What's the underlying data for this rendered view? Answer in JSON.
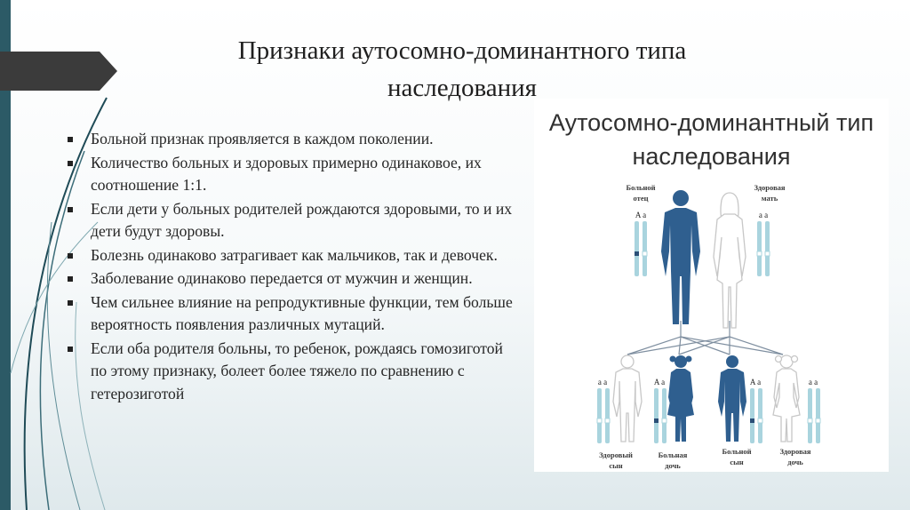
{
  "slide": {
    "title_line1": "Признаки аутосомно-доминантного типа",
    "title_line2": "наследования",
    "bullets": [
      "Больной признак проявляется в каждом поколении.",
      " Количество больных и здоровых примерно одинаковое, их соотношение 1:1.",
      " Если дети у больных родителей рождаются здоровыми, то и их дети будут здоровы.",
      "Болезнь одинаково затрагивает как мальчиков, так и девочек.",
      " Заболевание одинаково передается от мужчин и женщин.",
      " Чем сильнее влияние на репродуктивные функции, тем больше вероятность появления различных мутаций.",
      " Если оба родителя больны, то ребенок, рождаясь гомозиготой по этому признаку, болеет более тяжело по сравнению с гетерозиготой"
    ]
  },
  "figure": {
    "title_line1": "Аутосомно-доминантный тип",
    "title_line2": "наследования",
    "father": {
      "label1": "Больной",
      "label2": "отец",
      "genotype": "A a"
    },
    "mother": {
      "label1": "Здоровая",
      "label2": "мать",
      "genotype": "a a"
    },
    "children": [
      {
        "label1": "Здоровый",
        "label2": "сын",
        "genotype": "a a"
      },
      {
        "label1": "Больная",
        "label2": "дочь",
        "genotype": "A a"
      },
      {
        "label1": "Больной",
        "label2": "сын",
        "genotype": "A a"
      },
      {
        "label1": "Здоровая",
        "label2": "дочь",
        "genotype": "a a"
      }
    ],
    "colors": {
      "affected": "#2f5f8f",
      "healthy_fill": "#ffffff",
      "healthy_outline": "#c7c7c7",
      "chromosome": "#a9d4de",
      "dominant_band": "#2a4f77"
    }
  }
}
